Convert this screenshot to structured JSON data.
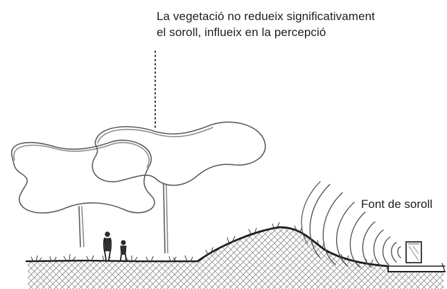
{
  "annotation": {
    "line1": "La vegetació no redueix significativament",
    "line2": "el soroll, influeix en la percepció"
  },
  "noise_source": {
    "label": "Font de soroll"
  },
  "colors": {
    "ink": "#1d1d1d",
    "pencil": "#5a5a5a",
    "hatch": "#7a7a7a"
  }
}
